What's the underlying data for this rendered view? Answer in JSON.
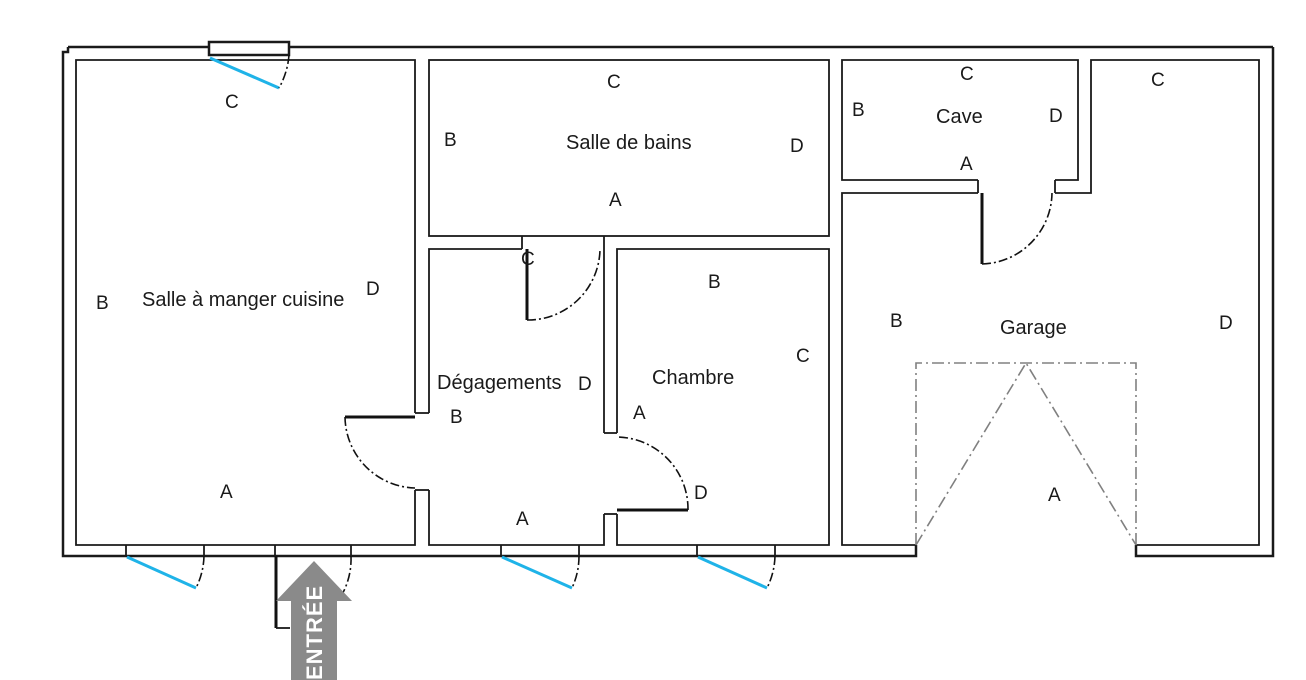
{
  "rooms": {
    "salle_a_manger": {
      "name": "Salle à manger cuisine",
      "walls": {
        "a": "A",
        "b": "B",
        "c": "C",
        "d": "D"
      }
    },
    "salle_de_bains": {
      "name": "Salle de bains",
      "walls": {
        "a": "A",
        "b": "B",
        "c": "C",
        "d": "D"
      }
    },
    "cave": {
      "name": "Cave",
      "walls": {
        "a": "A",
        "b": "B",
        "c": "C",
        "d": "D"
      }
    },
    "degagements": {
      "name": "Dégagements",
      "walls": {
        "a": "A",
        "b": "B",
        "c": "C",
        "d": "D"
      }
    },
    "chambre": {
      "name": "Chambre",
      "walls": {
        "a": "A",
        "b": "B",
        "c": "C",
        "d": "D"
      }
    },
    "garage": {
      "name": "Garage",
      "walls": {
        "a": "A",
        "b": "B",
        "c": "C",
        "d": "D"
      }
    }
  },
  "entry": {
    "label": "ENTRÉE"
  },
  "colors": {
    "walls": "#1a1a1a",
    "window_leaf": "#1fb3e8",
    "entry_arrow": "#8a8a8a",
    "garage_door": "#808080"
  }
}
